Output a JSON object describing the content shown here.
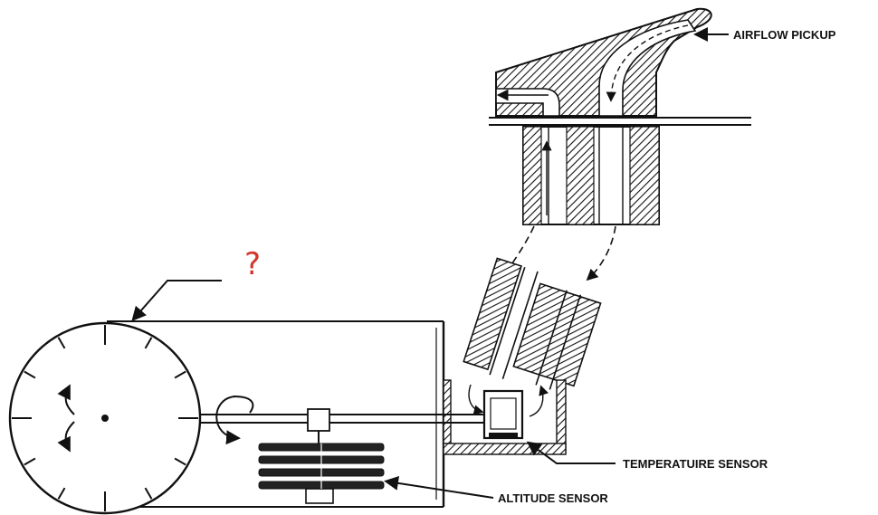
{
  "labels": {
    "airflow_pickup": "AIRFLOW PICKUP",
    "temperature_sensor": "TEMPERATUIRE SENSOR",
    "altitude_sensor": "ALTITUDE SENSOR",
    "unknown_part": "?"
  },
  "colors": {
    "ink": "#111111",
    "question_mark": "#d2352b",
    "background": "#ffffff"
  }
}
